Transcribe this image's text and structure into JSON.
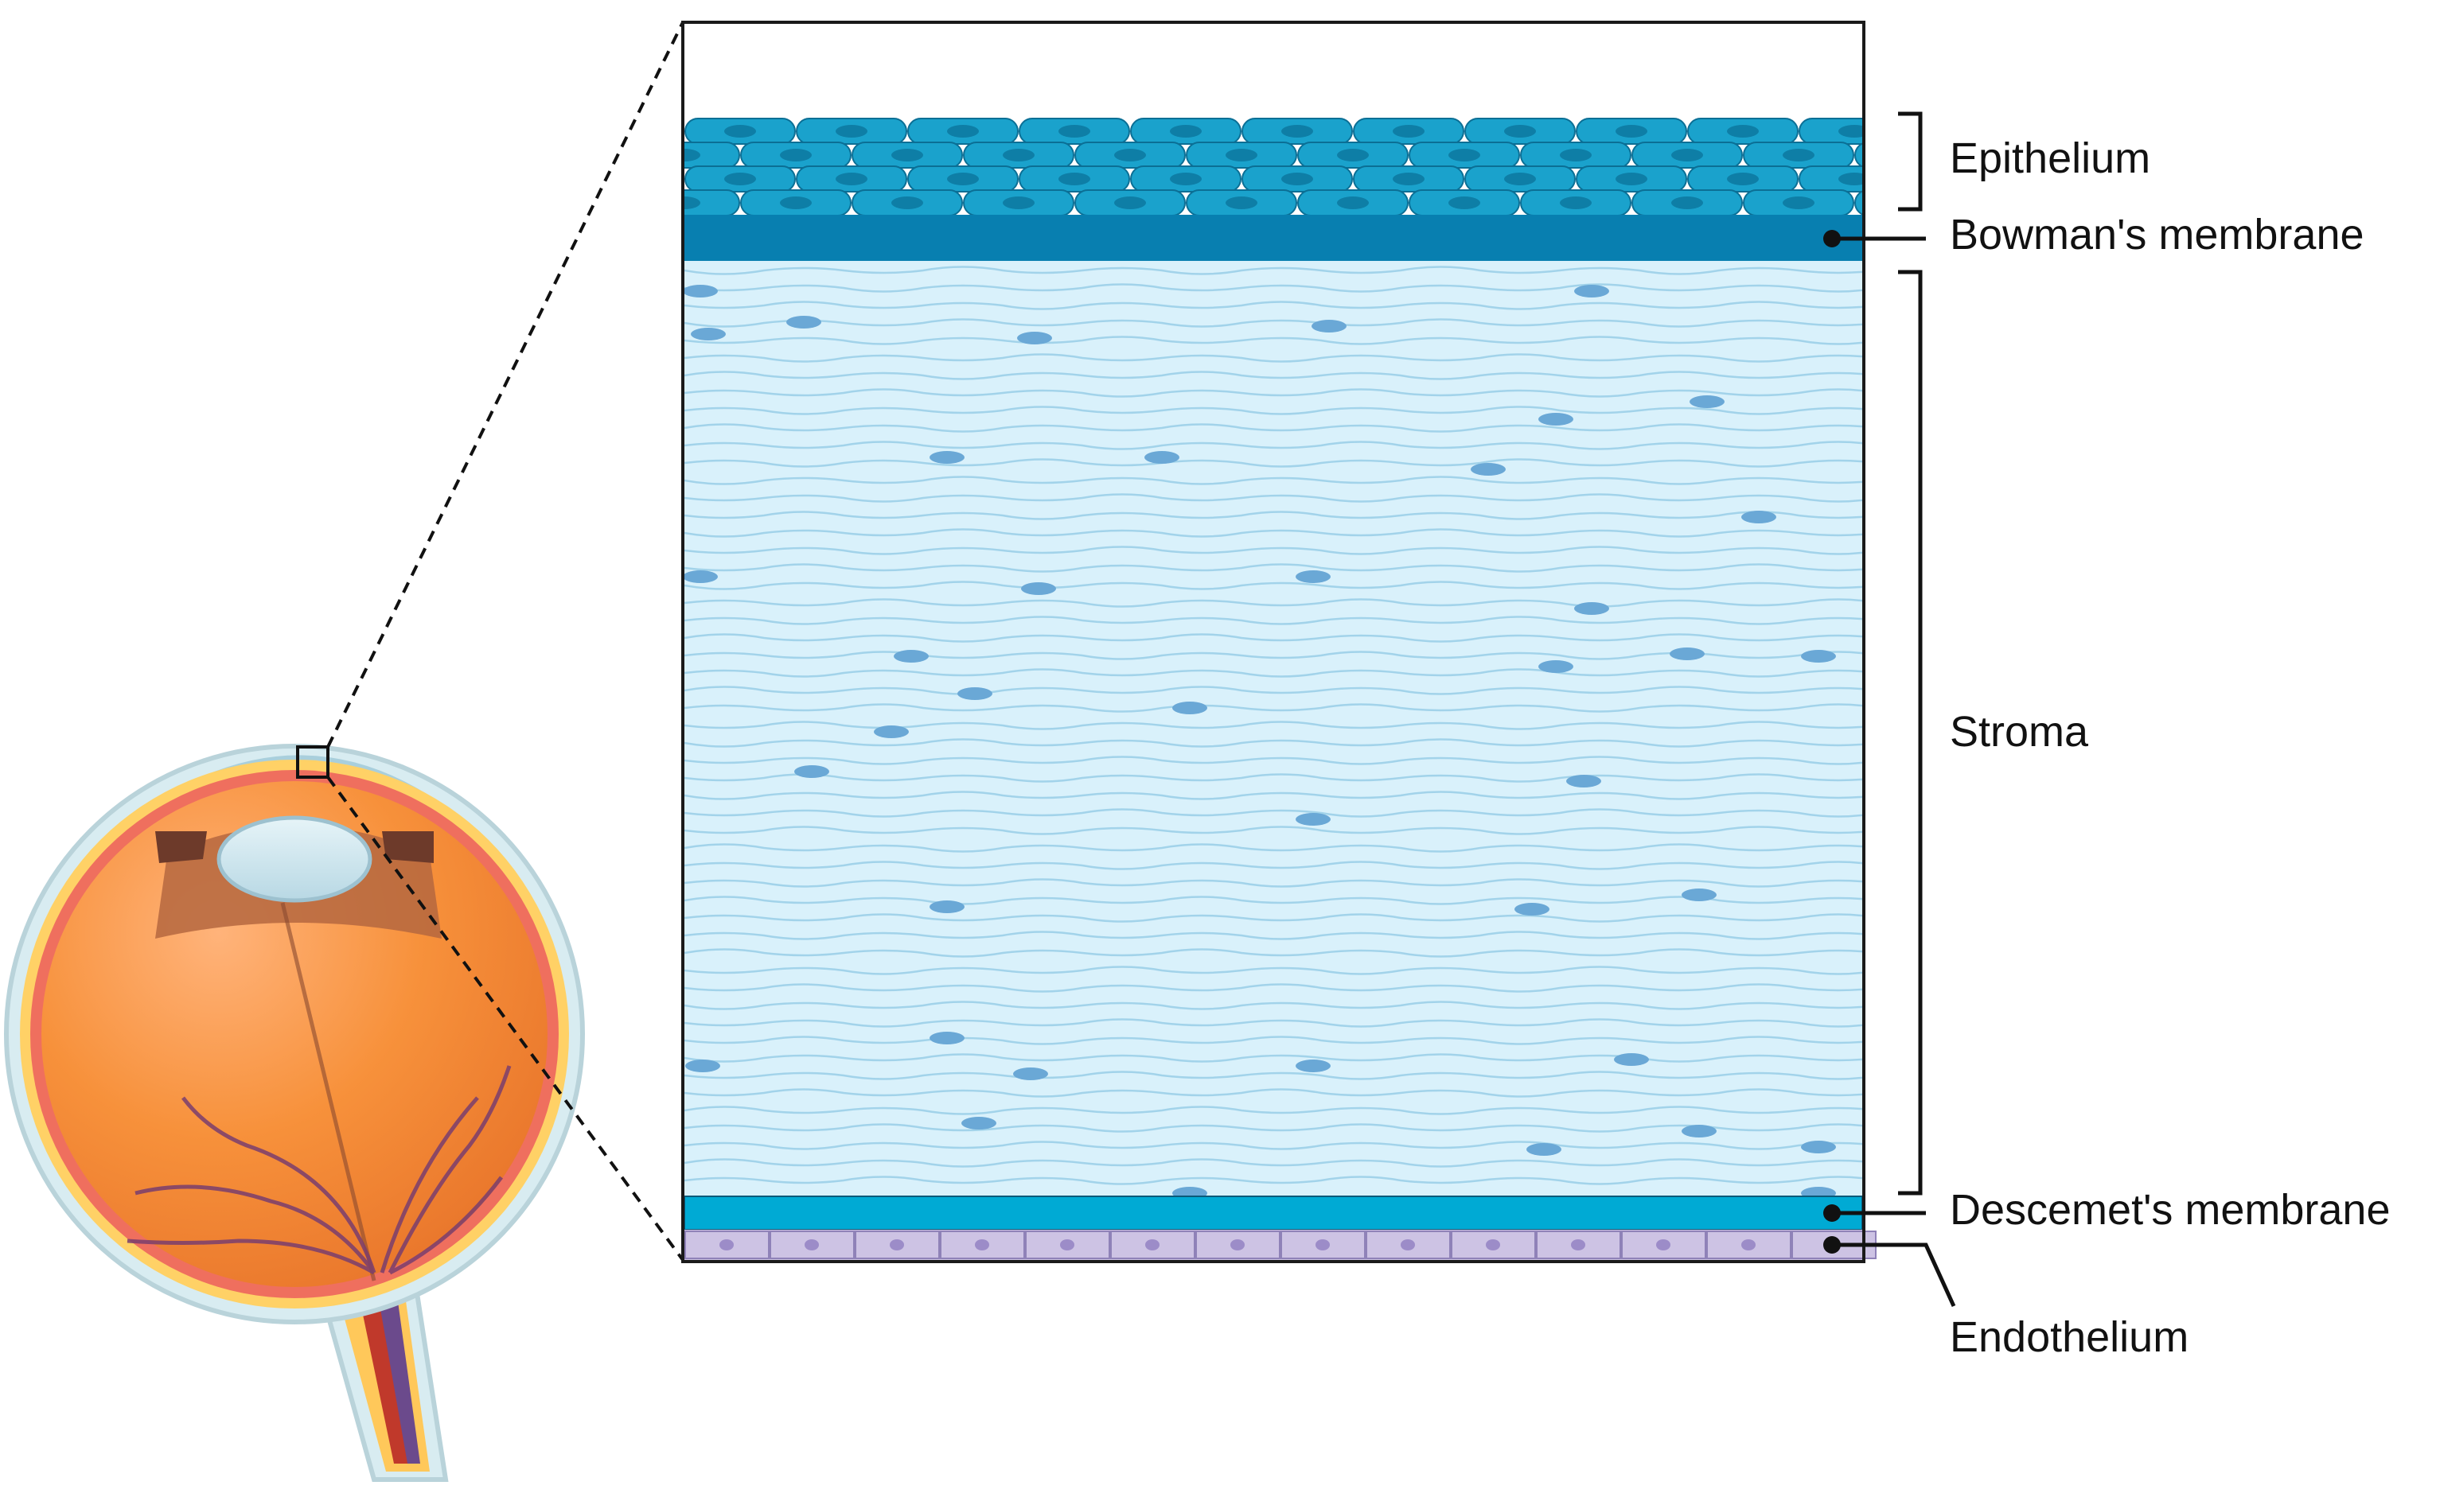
{
  "labels": {
    "epithelium": "Epithelium",
    "bowman": "Bowman's membrane",
    "stroma": "Stroma",
    "descemet": "Descemet's membrane",
    "endothelium": "Endothelium"
  },
  "colors": {
    "epithelium_cell": "#1aa2cc",
    "epithelium_nucleus": "#0e7ea6",
    "bowman_layer": "#087fb0",
    "stroma_bg": "#d9f1fb",
    "stroma_fiber": "#9bcfe8",
    "keratocyte": "#6aa8d6",
    "descemet_layer": "#00aad4",
    "endothelium_cell": "#cdc3e4",
    "endothelium_nucleus": "#9c8cc8",
    "eye_orange": "#f7913b",
    "sclera": "#d8ecf1",
    "frame": "#1a1a1a"
  },
  "icons": {
    "eye": "eye-cross-section-icon",
    "zoom_box": "magnified-region-box"
  }
}
